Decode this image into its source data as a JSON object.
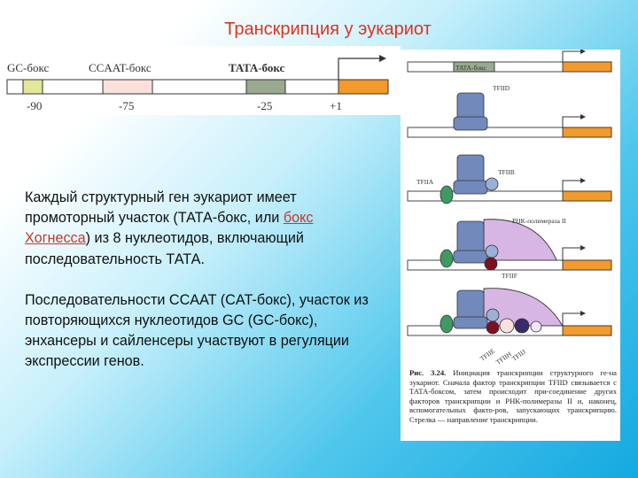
{
  "slide": {
    "title": "Транскрипция у эукариот",
    "paragraph1_start": "Каждый структурный ген эукариот имеет промоторный участок (ТАТА-бокс, или ",
    "paragraph1_link": "бокс Хогнесса",
    "paragraph1_end": ") из 8 нуклеотидов, включающий последовательность ТАТА.",
    "paragraph2": "Последовательности CCAAT (CAT-бокс), участок из повторяющихся нуклеотидов GC  (GC-бокс), энхансеры и сайленсеры участвуют в регуляции экспрессии генов."
  },
  "promoter_diagram": {
    "box_labels": [
      "GC-бокс",
      "CCAAT-бокс",
      "TATA-бокс"
    ],
    "positions": [
      "-90",
      "-75",
      "-25",
      "+1"
    ],
    "colors": {
      "gc": "#e4e79a",
      "ccaat": "#fbe1dc",
      "tata": "#9aa98f",
      "gene": "#f29a2c"
    }
  },
  "initiation_figure": {
    "tata_label": "TATA-бокс",
    "factor_labels": {
      "tfiid": "TFIID",
      "tfiib": "TFIIB",
      "tfiia": "TFIIA",
      "rna_pol": "РНК-полимераза II",
      "tfiif": "TFIIF",
      "tfiie": "TFIIE",
      "tfiih": "TFIIH",
      "tfiij": "TFIIJ"
    },
    "caption_number": "Рис. 3.24.",
    "caption_text": " Инициация транскрипции структурного ге-на эукариот. Сначала фактор транскрипции TFIID связывается с ТАТА-боксом, затем происходит при-соединение других факторов транскрипции и РНК-полимеразы II и, наконец, вспомогательных факто-ров, запускающих транскрипцию. Стрелка — направление транскрипции.",
    "colors": {
      "tfiid": "#7189bb",
      "pol": "#d7b6e4",
      "tfiia": "#3e9a62",
      "tfiib_dot": "#7b1020",
      "gene": "#f29a2c"
    }
  }
}
